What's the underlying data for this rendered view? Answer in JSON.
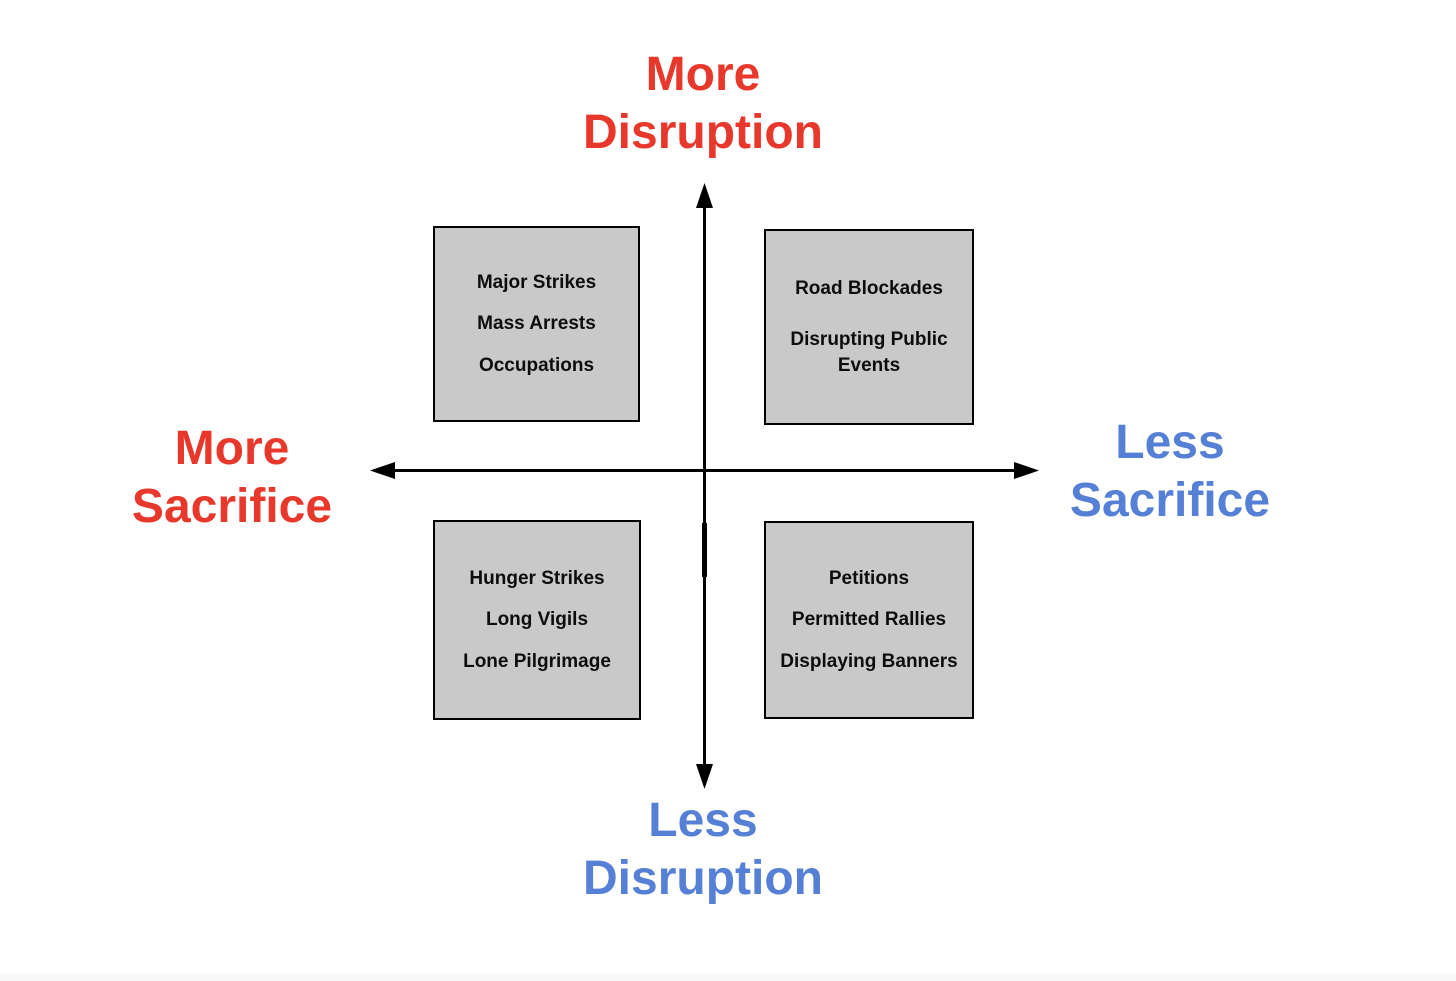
{
  "diagram": {
    "title": "Disruption vs Sacrifice quadrant diagram",
    "colors": {
      "red": "#e8382b",
      "blue": "#5580d6",
      "box_fill": "#c9c9c9",
      "box_border": "#000000",
      "axis": "#000000"
    },
    "axis_labels": {
      "top": {
        "line1": "More",
        "line2": "Disruption"
      },
      "bottom": {
        "line1": "Less",
        "line2": "Disruption"
      },
      "left": {
        "line1": "More",
        "line2": "Sacrifice"
      },
      "right": {
        "line1": "Less",
        "line2": "Sacrifice"
      }
    },
    "quadrants": {
      "top_left": {
        "items": [
          "Major Strikes",
          "Mass Arrests",
          "Occupations"
        ]
      },
      "top_right": {
        "items": [
          "Road Blockades",
          "Disrupting Public Events"
        ]
      },
      "bottom_left": {
        "items": [
          "Hunger Strikes",
          "Long Vigils",
          "Lone Pilgrimage"
        ]
      },
      "bottom_right": {
        "items": [
          "Petitions",
          "Permitted Rallies",
          "Displaying Banners"
        ]
      }
    }
  }
}
